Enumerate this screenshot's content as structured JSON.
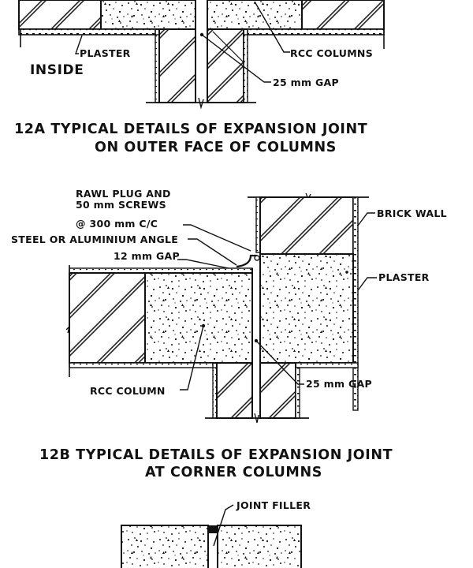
{
  "figure_a": {
    "labels": {
      "plaster": "PLASTER",
      "inside": "INSIDE",
      "rcc_columns": "RCC COLUMNS",
      "gap": "25 mm GAP"
    },
    "caption": {
      "line1": "12A  TYPICAL DETAILS  OF   EXPANSION JOINT",
      "line2": "ON OUTER FACE OF COLUMNS"
    }
  },
  "figure_b": {
    "labels": {
      "rawl_plug_1": "RAWL PLUG AND",
      "rawl_plug_2": "50 mm  SCREWS",
      "rawl_plug_3": "@ 300 mm C/C",
      "angle": "STEEL OR ALUMINIUM ANGLE",
      "gap_12": "12 mm GAP",
      "brick_wall": "BRICK WALL",
      "plaster": "PLASTER",
      "rcc_column": "RCC COLUMN",
      "gap_25": "25 mm GAP"
    },
    "caption": {
      "line1": "12B  TYPICAL DETAILS OF EXPANSION JOINT",
      "line2": "AT CORNER COLUMNS"
    }
  },
  "figure_c": {
    "labels": {
      "joint_filler": "JOINT FILLER"
    }
  },
  "colors": {
    "ink": "#111111",
    "paper": "#ffffff"
  }
}
